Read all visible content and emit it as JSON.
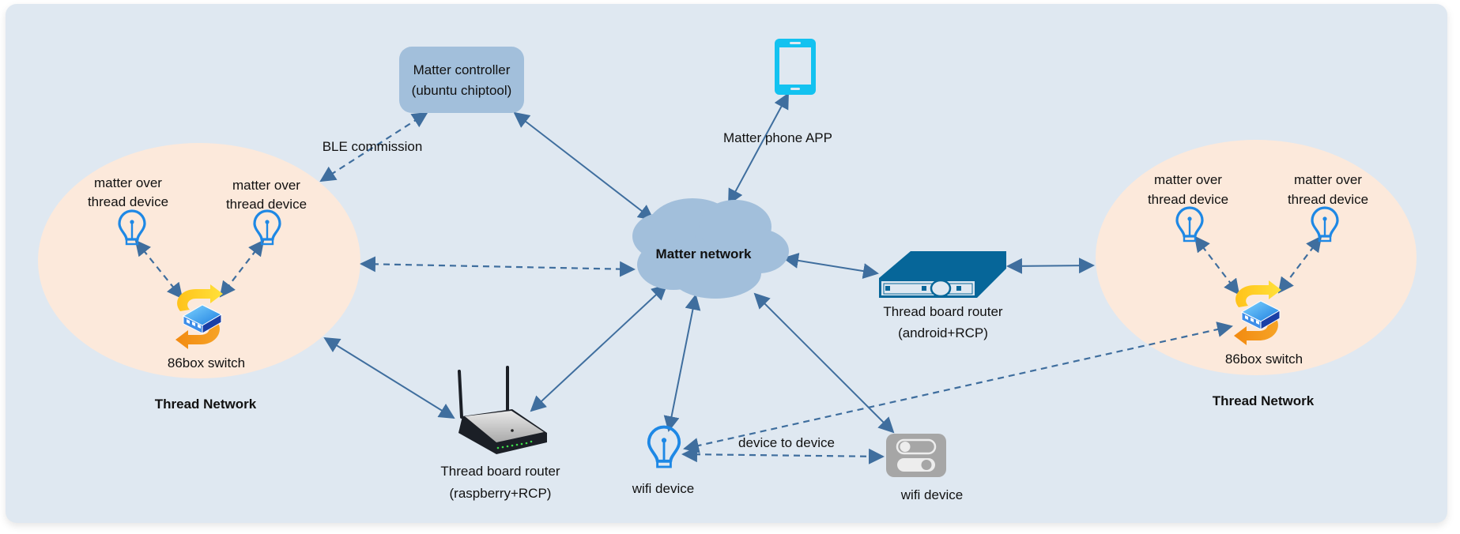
{
  "diagram": {
    "colors": {
      "background": "#DFE8F1",
      "thread_zone": "#FCE9DB",
      "controller_box": "#A2BFDB",
      "cloud": "#A2BFDB",
      "arrow": "#3F6E9E",
      "bulb": "#1E88E5",
      "phone": "#13C2F0",
      "android_router": "#066699",
      "wifi_switch": "#A6A6A6"
    },
    "nodes": {
      "controller": {
        "line1": "Matter controller",
        "line2": "(ubuntu chiptool)"
      },
      "phone": {
        "label": "Matter phone APP"
      },
      "cloud": {
        "label": "Matter network"
      },
      "android_router": {
        "line1": "Thread board router",
        "line2": "(android+RCP)"
      },
      "raspberry_router": {
        "line1": "Thread board router",
        "line2": "(raspberry+RCP)"
      },
      "wifi_bulb": {
        "label": "wifi device"
      },
      "wifi_switch": {
        "label": "wifi device"
      }
    },
    "thread_networks": [
      {
        "title": "Thread Network",
        "switch_label": "86box switch",
        "devices": [
          {
            "line1": "matter over",
            "line2": "thread device"
          },
          {
            "line1": "matter over",
            "line2": "thread device"
          }
        ]
      },
      {
        "title": "Thread Network",
        "switch_label": "86box switch",
        "devices": [
          {
            "line1": "matter over",
            "line2": "thread device"
          },
          {
            "line1": "matter over",
            "line2": "thread device"
          }
        ]
      }
    ],
    "edge_labels": {
      "ble": "BLE commission",
      "d2d": "device to device"
    }
  }
}
